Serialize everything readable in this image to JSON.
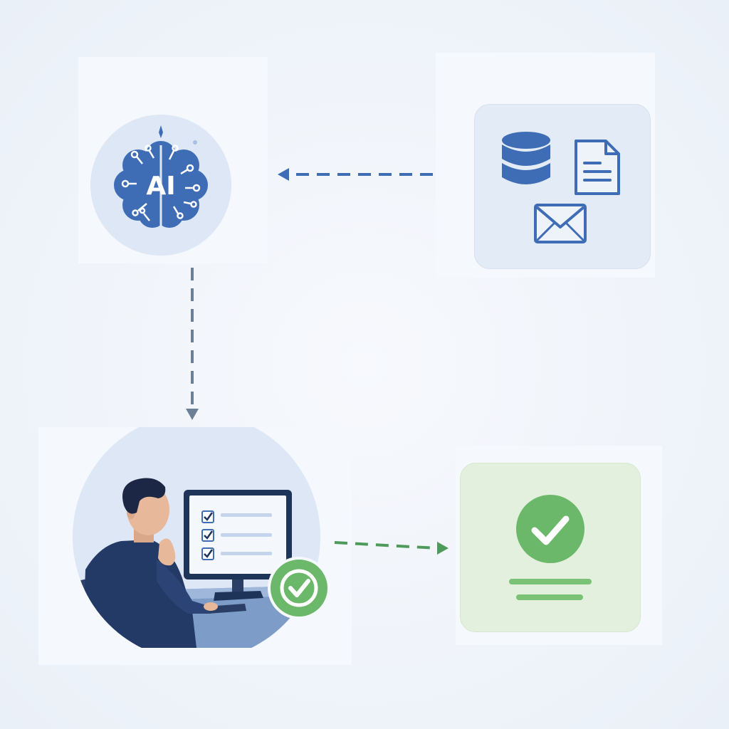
{
  "diagram": {
    "ai_node": {
      "label": "AI",
      "icon": "ai-brain-icon"
    },
    "data_sources_node": {
      "icons": [
        "database-icon",
        "document-icon",
        "email-icon"
      ]
    },
    "review_node": {
      "icons": [
        "person-at-computer-icon",
        "checklist-icon",
        "check-badge-icon"
      ]
    },
    "approved_node": {
      "icons": [
        "check-circle-icon",
        "text-lines-icon"
      ]
    },
    "edges": [
      {
        "from": "data_sources_node",
        "to": "ai_node",
        "style": "dashed",
        "color": "#3f6db4"
      },
      {
        "from": "ai_node",
        "to": "review_node",
        "style": "dashed",
        "color": "#6b7f96"
      },
      {
        "from": "review_node",
        "to": "approved_node",
        "style": "dashed",
        "color": "#4e9a5a"
      }
    ]
  },
  "colors": {
    "primary_blue": "#3e6db6",
    "dark_navy": "#1f3459",
    "success_green": "#6cb86a",
    "light_green": "#e2f0dd",
    "light_blue": "#e3ebf6"
  }
}
